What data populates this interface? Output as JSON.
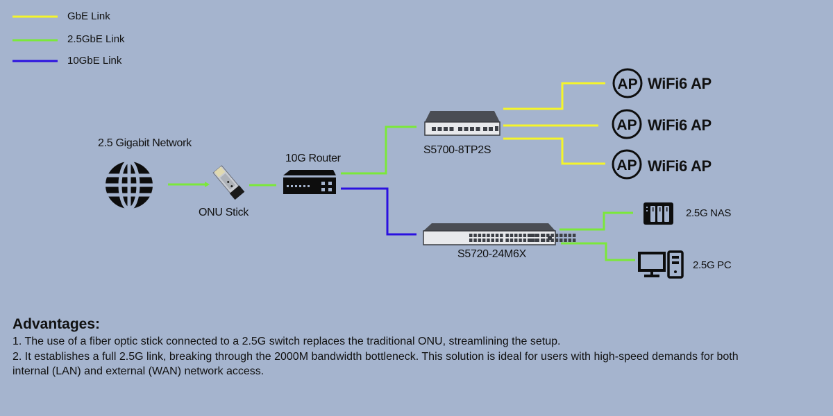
{
  "colors": {
    "background": "#a5b4ce",
    "gbe": "#f5f52a",
    "gbe25": "#7be83a",
    "gbe10": "#2a10e0",
    "icon": "#0d0d0d"
  },
  "legend": [
    {
      "label": "GbE Link",
      "color_key": "gbe"
    },
    {
      "label": "2.5GbE Link",
      "color_key": "gbe25"
    },
    {
      "label": "10GbE Link",
      "color_key": "gbe10"
    }
  ],
  "nodes": {
    "internet": {
      "label": "2.5 Gigabit Network",
      "icon": "globe-icon"
    },
    "onu": {
      "label": "ONU Stick",
      "icon": "sfp-module-icon"
    },
    "router": {
      "label": "10G Router",
      "icon": "router-icon"
    },
    "switch_top": {
      "label": "S5700-8TP2S",
      "icon": "switch-icon"
    },
    "switch_bottom": {
      "label": "S5720-24M6X",
      "icon": "switch-icon"
    },
    "ap1": {
      "label": "WiFi6 AP",
      "badge": "AP",
      "icon": "access-point-icon"
    },
    "ap2": {
      "label": "WiFi6 AP",
      "badge": "AP",
      "icon": "access-point-icon"
    },
    "ap3": {
      "label": "WiFi6 AP",
      "badge": "AP",
      "icon": "access-point-icon"
    },
    "nas": {
      "label": "2.5G NAS",
      "icon": "nas-icon"
    },
    "pc": {
      "label": "2.5G PC",
      "icon": "desktop-pc-icon"
    }
  },
  "links": [
    {
      "from": "internet",
      "to": "onu",
      "type": "gbe25"
    },
    {
      "from": "onu",
      "to": "router",
      "type": "gbe25"
    },
    {
      "from": "router",
      "to": "switch_top",
      "type": "gbe25"
    },
    {
      "from": "router",
      "to": "switch_bottom",
      "type": "gbe10"
    },
    {
      "from": "switch_top",
      "to": "ap1",
      "type": "gbe"
    },
    {
      "from": "switch_top",
      "to": "ap2",
      "type": "gbe"
    },
    {
      "from": "switch_top",
      "to": "ap3",
      "type": "gbe"
    },
    {
      "from": "switch_bottom",
      "to": "nas",
      "type": "gbe25"
    },
    {
      "from": "switch_bottom",
      "to": "pc",
      "type": "gbe25"
    }
  ],
  "advantages": {
    "title": "Advantages:",
    "items": [
      "1. The use of a fiber optic stick connected to a 2.5G switch replaces the traditional ONU, streamlining the setup.",
      "2. It establishes a full 2.5G link, breaking through the 2000M bandwidth bottleneck. This solution is ideal for users with high-speed demands for both",
      "internal (LAN) and external (WAN) network access."
    ]
  }
}
